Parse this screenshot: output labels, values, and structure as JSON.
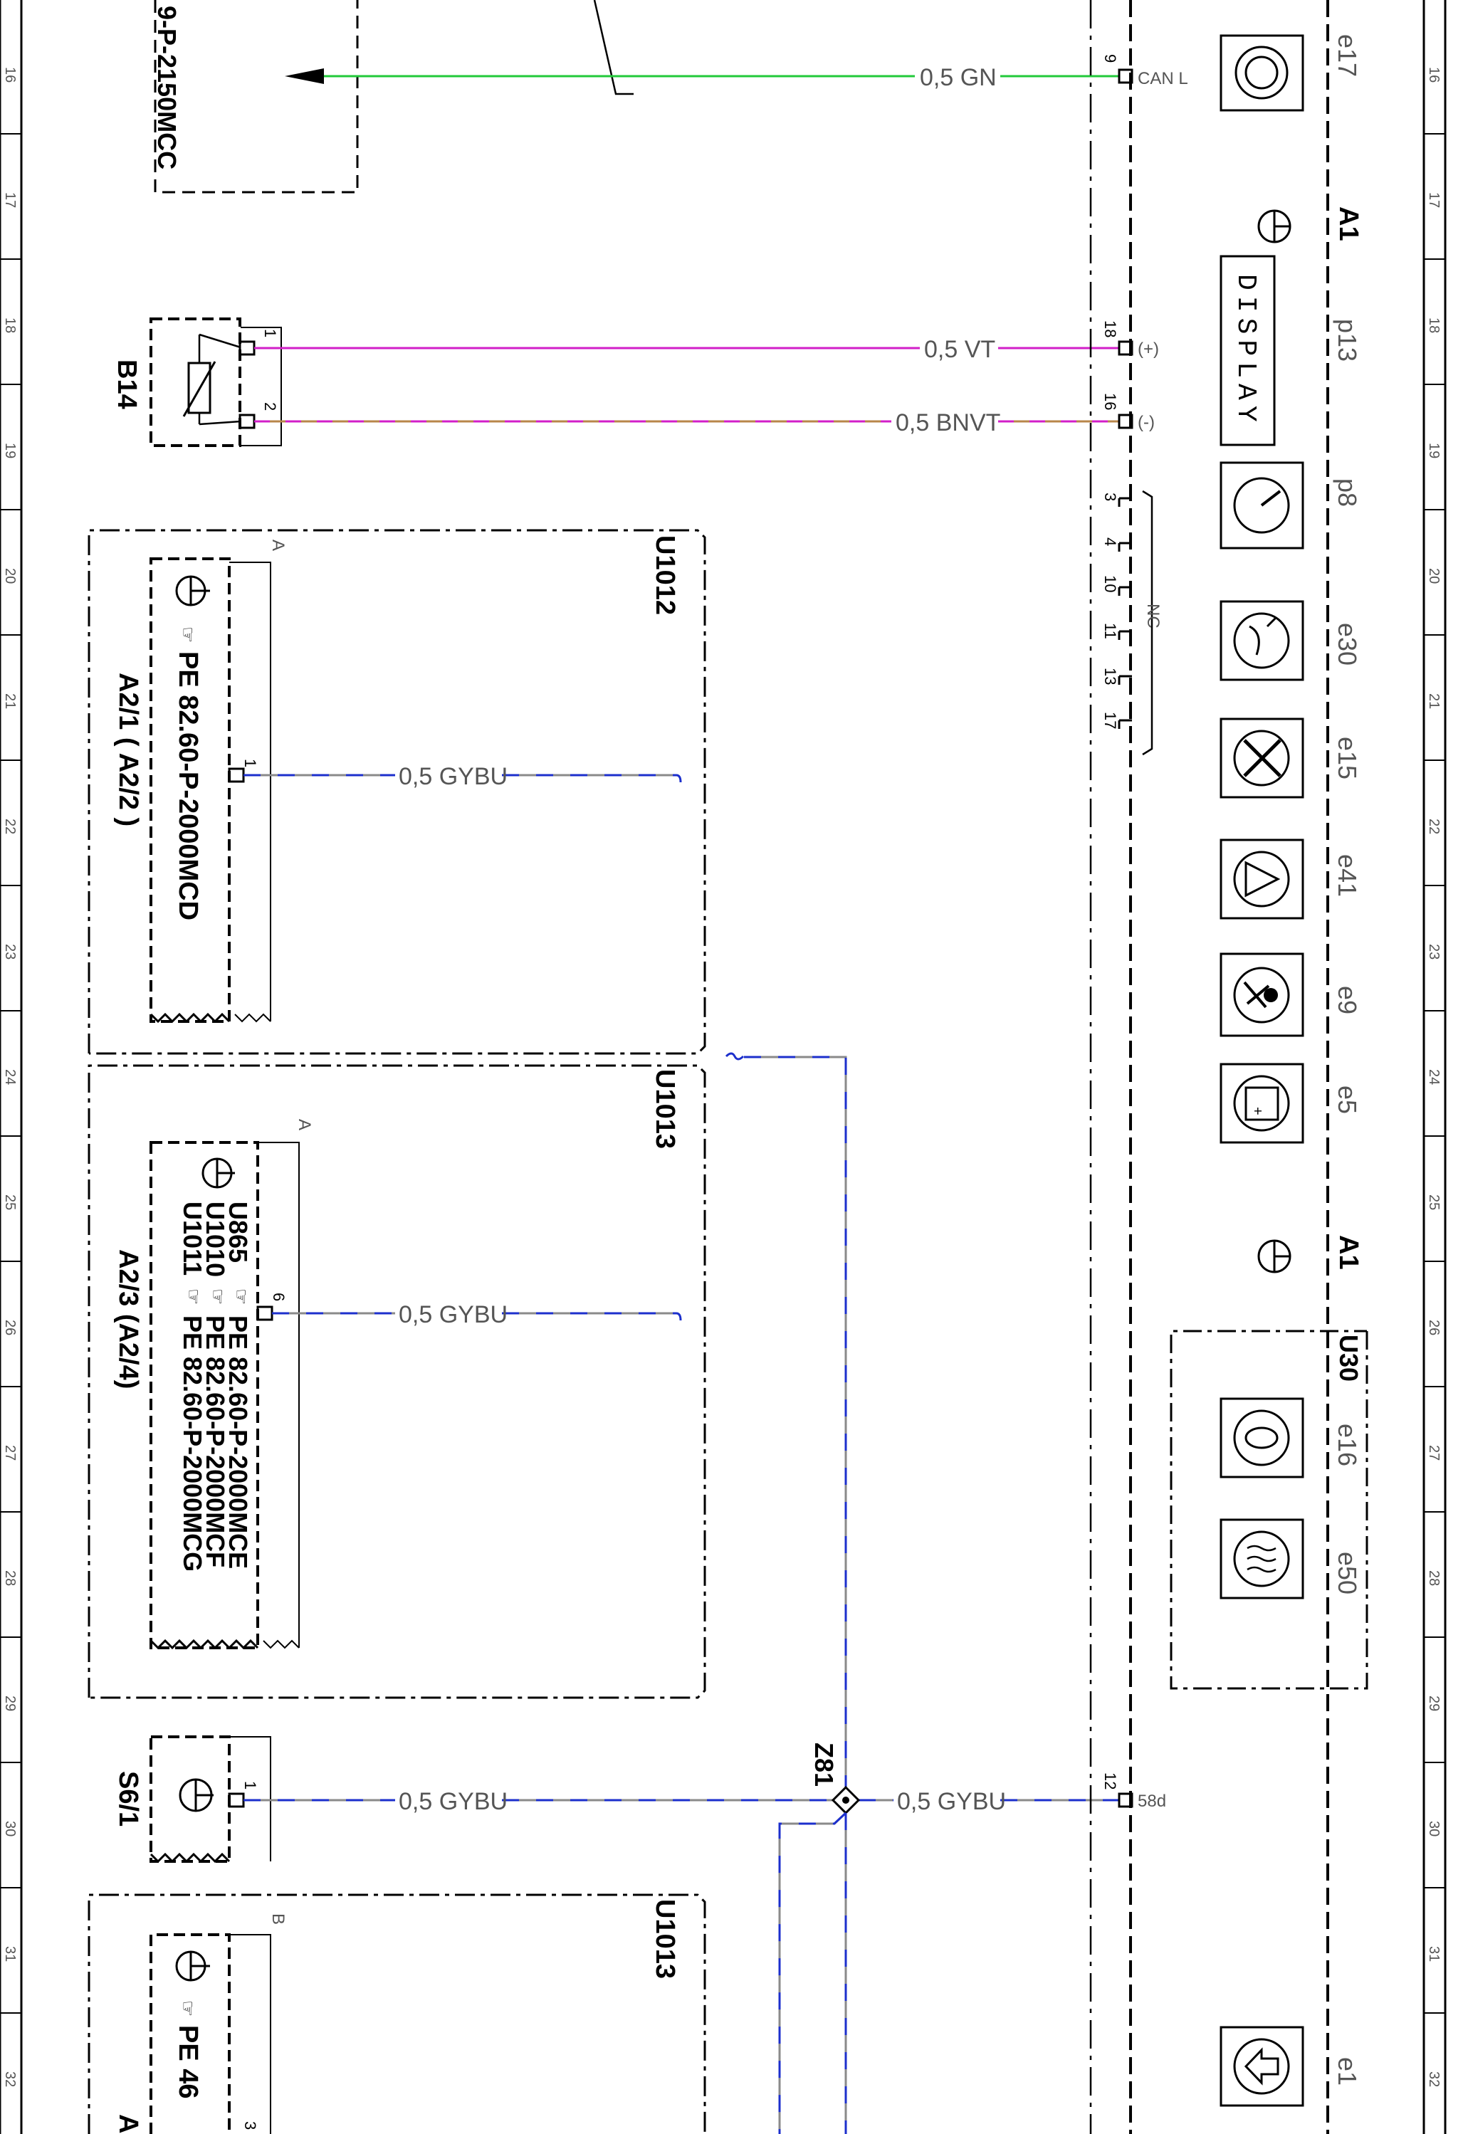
{
  "ruler": [
    "16",
    "17",
    "18",
    "19",
    "20",
    "21",
    "22",
    "23",
    "24",
    "25",
    "26",
    "27",
    "28",
    "29",
    "30",
    "31",
    "32"
  ],
  "wires": {
    "can_l": "0,5 GN",
    "b14_pos": "0,5 VT",
    "b14_neg": "0,5 BNVT",
    "a21": "0,5 GYBU",
    "a23": "0,5 GYBU",
    "s61": "0,5 GYBU",
    "z81_to_cluster": "0,5 GYBU"
  },
  "components": {
    "top_module_ref": "9-P-2150MCC",
    "b14": "B14",
    "u1012": "U1012",
    "u1013_a": "U1013",
    "u1013_b": "U1013",
    "a21_ref": "PE 82.60-P-2000MCD",
    "a21_label": "A2/1 ( A2/2 )",
    "a23_refs": [
      "U865",
      "U1010",
      "U1011"
    ],
    "a23_pe": [
      "PE 82.60-P-2000MCE",
      "PE 82.60-P-2000MCF",
      "PE 82.60-P-2000MCG"
    ],
    "a23_label": "A2/3  (A2/4)",
    "s61": "S6/1",
    "z81": "Z81",
    "bottom_pe": "PE 46",
    "bottom_label_partial": "A",
    "variant_a1": "A",
    "variant_a2": "A",
    "variant_b": "B",
    "a1_top": "A1",
    "a1_mid": "A1",
    "u30": "U30",
    "display": "DISPLAY"
  },
  "pins": {
    "can_l_pin": "9",
    "can_l_label": "CAN L",
    "p18": "18",
    "plus": "(+)",
    "p16": "16",
    "minus": "(-)",
    "nc_pins": [
      "3",
      "4",
      "10",
      "11",
      "13",
      "17"
    ],
    "nc": "NC",
    "p12": "12",
    "p58d": "58d",
    "b14_p1": "1",
    "b14_p2": "2",
    "a21_p1": "1",
    "a23_p6": "6",
    "s61_p1": "1",
    "bottom_p3": "3"
  },
  "indicators": [
    "e17",
    "p13",
    "p8",
    "e30",
    "e15",
    "e41",
    "e9",
    "e5",
    "e16",
    "e50",
    "e1"
  ],
  "colors": {
    "green": "#22c93a",
    "violet": "#d21fc8",
    "brown": "#b8864a",
    "grey": "#8a8a8a",
    "blue": "#1c2fcc",
    "black": "#000000"
  }
}
